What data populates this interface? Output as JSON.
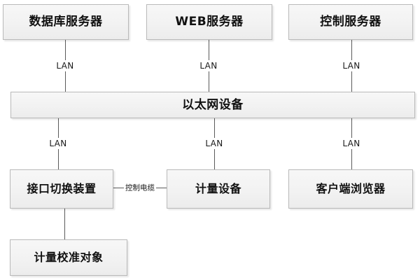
{
  "diagram": {
    "title": "",
    "colors": {
      "node_fill_top": "#f7f7f7",
      "node_fill_bottom": "#ececec",
      "node_border": "#b9b9b9",
      "line": "#5a5a5a",
      "text": "#111111",
      "background": "#ffffff"
    },
    "nodes": [
      {
        "id": "db-server",
        "label": "数据库服务器"
      },
      {
        "id": "web-server",
        "label": "WEB服务器"
      },
      {
        "id": "control-server",
        "label": "控制服务器"
      },
      {
        "id": "ethernet-device",
        "label": "以太网设备"
      },
      {
        "id": "interface-switch",
        "label": "接口切换装置"
      },
      {
        "id": "metering-device",
        "label": "计量设备"
      },
      {
        "id": "client-browser",
        "label": "客户端浏览器"
      },
      {
        "id": "calibration-object",
        "label": "计量校准对象"
      }
    ],
    "link_labels": {
      "lan_1": "LAN",
      "lan_2": "LAN",
      "lan_3": "LAN",
      "lan_4": "LAN",
      "lan_5": "LAN",
      "lan_6": "LAN",
      "control_cable": "控制电缆"
    }
  }
}
